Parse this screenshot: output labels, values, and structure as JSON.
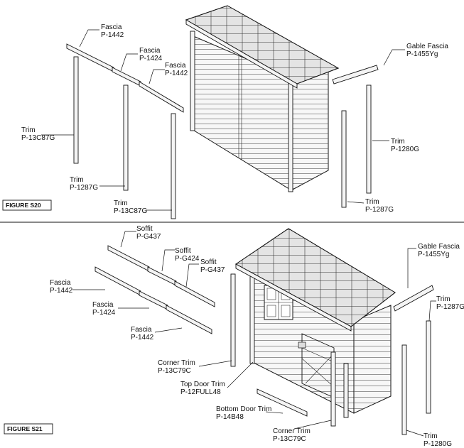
{
  "s20": {
    "figure": "FIGURE S20",
    "fascia1": [
      "Fascia",
      "P-1442"
    ],
    "fascia2": [
      "Fascia",
      "P-1424"
    ],
    "fascia3": [
      "Fascia",
      "P-1442"
    ],
    "gable": [
      "Gable Fascia",
      "P-1455Yg"
    ],
    "trimLeft": [
      "Trim",
      "P-13C87G"
    ],
    "trimMid": [
      "Trim",
      "P-1287G"
    ],
    "trimFront": [
      "Trim",
      "P-13C87G"
    ],
    "trimRight": [
      "Trim",
      "P-1280G"
    ],
    "trimBottomRight": [
      "Trim",
      "P-1287G"
    ]
  },
  "s21": {
    "figure": "FIGURE S21",
    "soffit1": [
      "Soffit",
      "P-G437"
    ],
    "soffit2": [
      "Soffit",
      "P-G424"
    ],
    "soffit3": [
      "Soffit",
      "P-G437"
    ],
    "fascia1": [
      "Fascia",
      "P-1442"
    ],
    "fascia2": [
      "Fascia",
      "P-1424"
    ],
    "fascia3": [
      "Fascia",
      "P-1442"
    ],
    "gable": [
      "Gable Fascia",
      "P-1455Yg"
    ],
    "trimRight": [
      "Trim",
      "P-1287G"
    ],
    "trimBottomRight": [
      "Trim",
      "P-1280G"
    ],
    "cornerTrimLeft": [
      "Corner Trim",
      "P-13C79C"
    ],
    "topDoorTrim": [
      "Top Door Trim",
      "P-12FULL48"
    ],
    "bottomDoorTrim": [
      "Bottom Door Trim",
      "P-14B48"
    ],
    "cornerTrimBottom": [
      "Corner Trim",
      "P-13C79C"
    ]
  }
}
